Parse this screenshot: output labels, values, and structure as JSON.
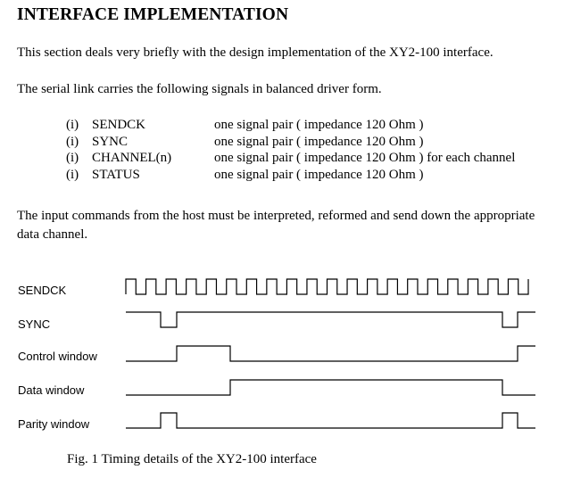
{
  "title": "INTERFACE IMPLEMENTATION",
  "intro": "This section deals very briefly with the design implementation of the XY2-100 interface.",
  "signals_intro": "The serial link carries the following signals in balanced driver form.",
  "signals": [
    {
      "num": "(i)",
      "name": "SENDCK",
      "desc": "one signal pair ( impedance 120 Ohm )"
    },
    {
      "num": "(i)",
      "name": "SYNC",
      "desc": "one signal pair ( impedance 120 Ohm )"
    },
    {
      "num": "(i)",
      "name": "CHANNEL(n)",
      "desc": "one signal pair ( impedance 120 Ohm ) for each channel"
    },
    {
      "num": "(i)",
      "name": "STATUS",
      "desc": "one signal pair ( impedance 120 Ohm )"
    }
  ],
  "commands_text": "The input commands from the host must be interpreted, reformed and send down the appropriate data channel.",
  "timing": {
    "labels": [
      "SENDCK",
      "SYNC",
      "Control window",
      "Data window",
      "Parity window"
    ],
    "sendck_cycles": 20,
    "line_color": "#000000"
  },
  "caption": "Fig. 1 Timing details of the XY2-100 interface"
}
